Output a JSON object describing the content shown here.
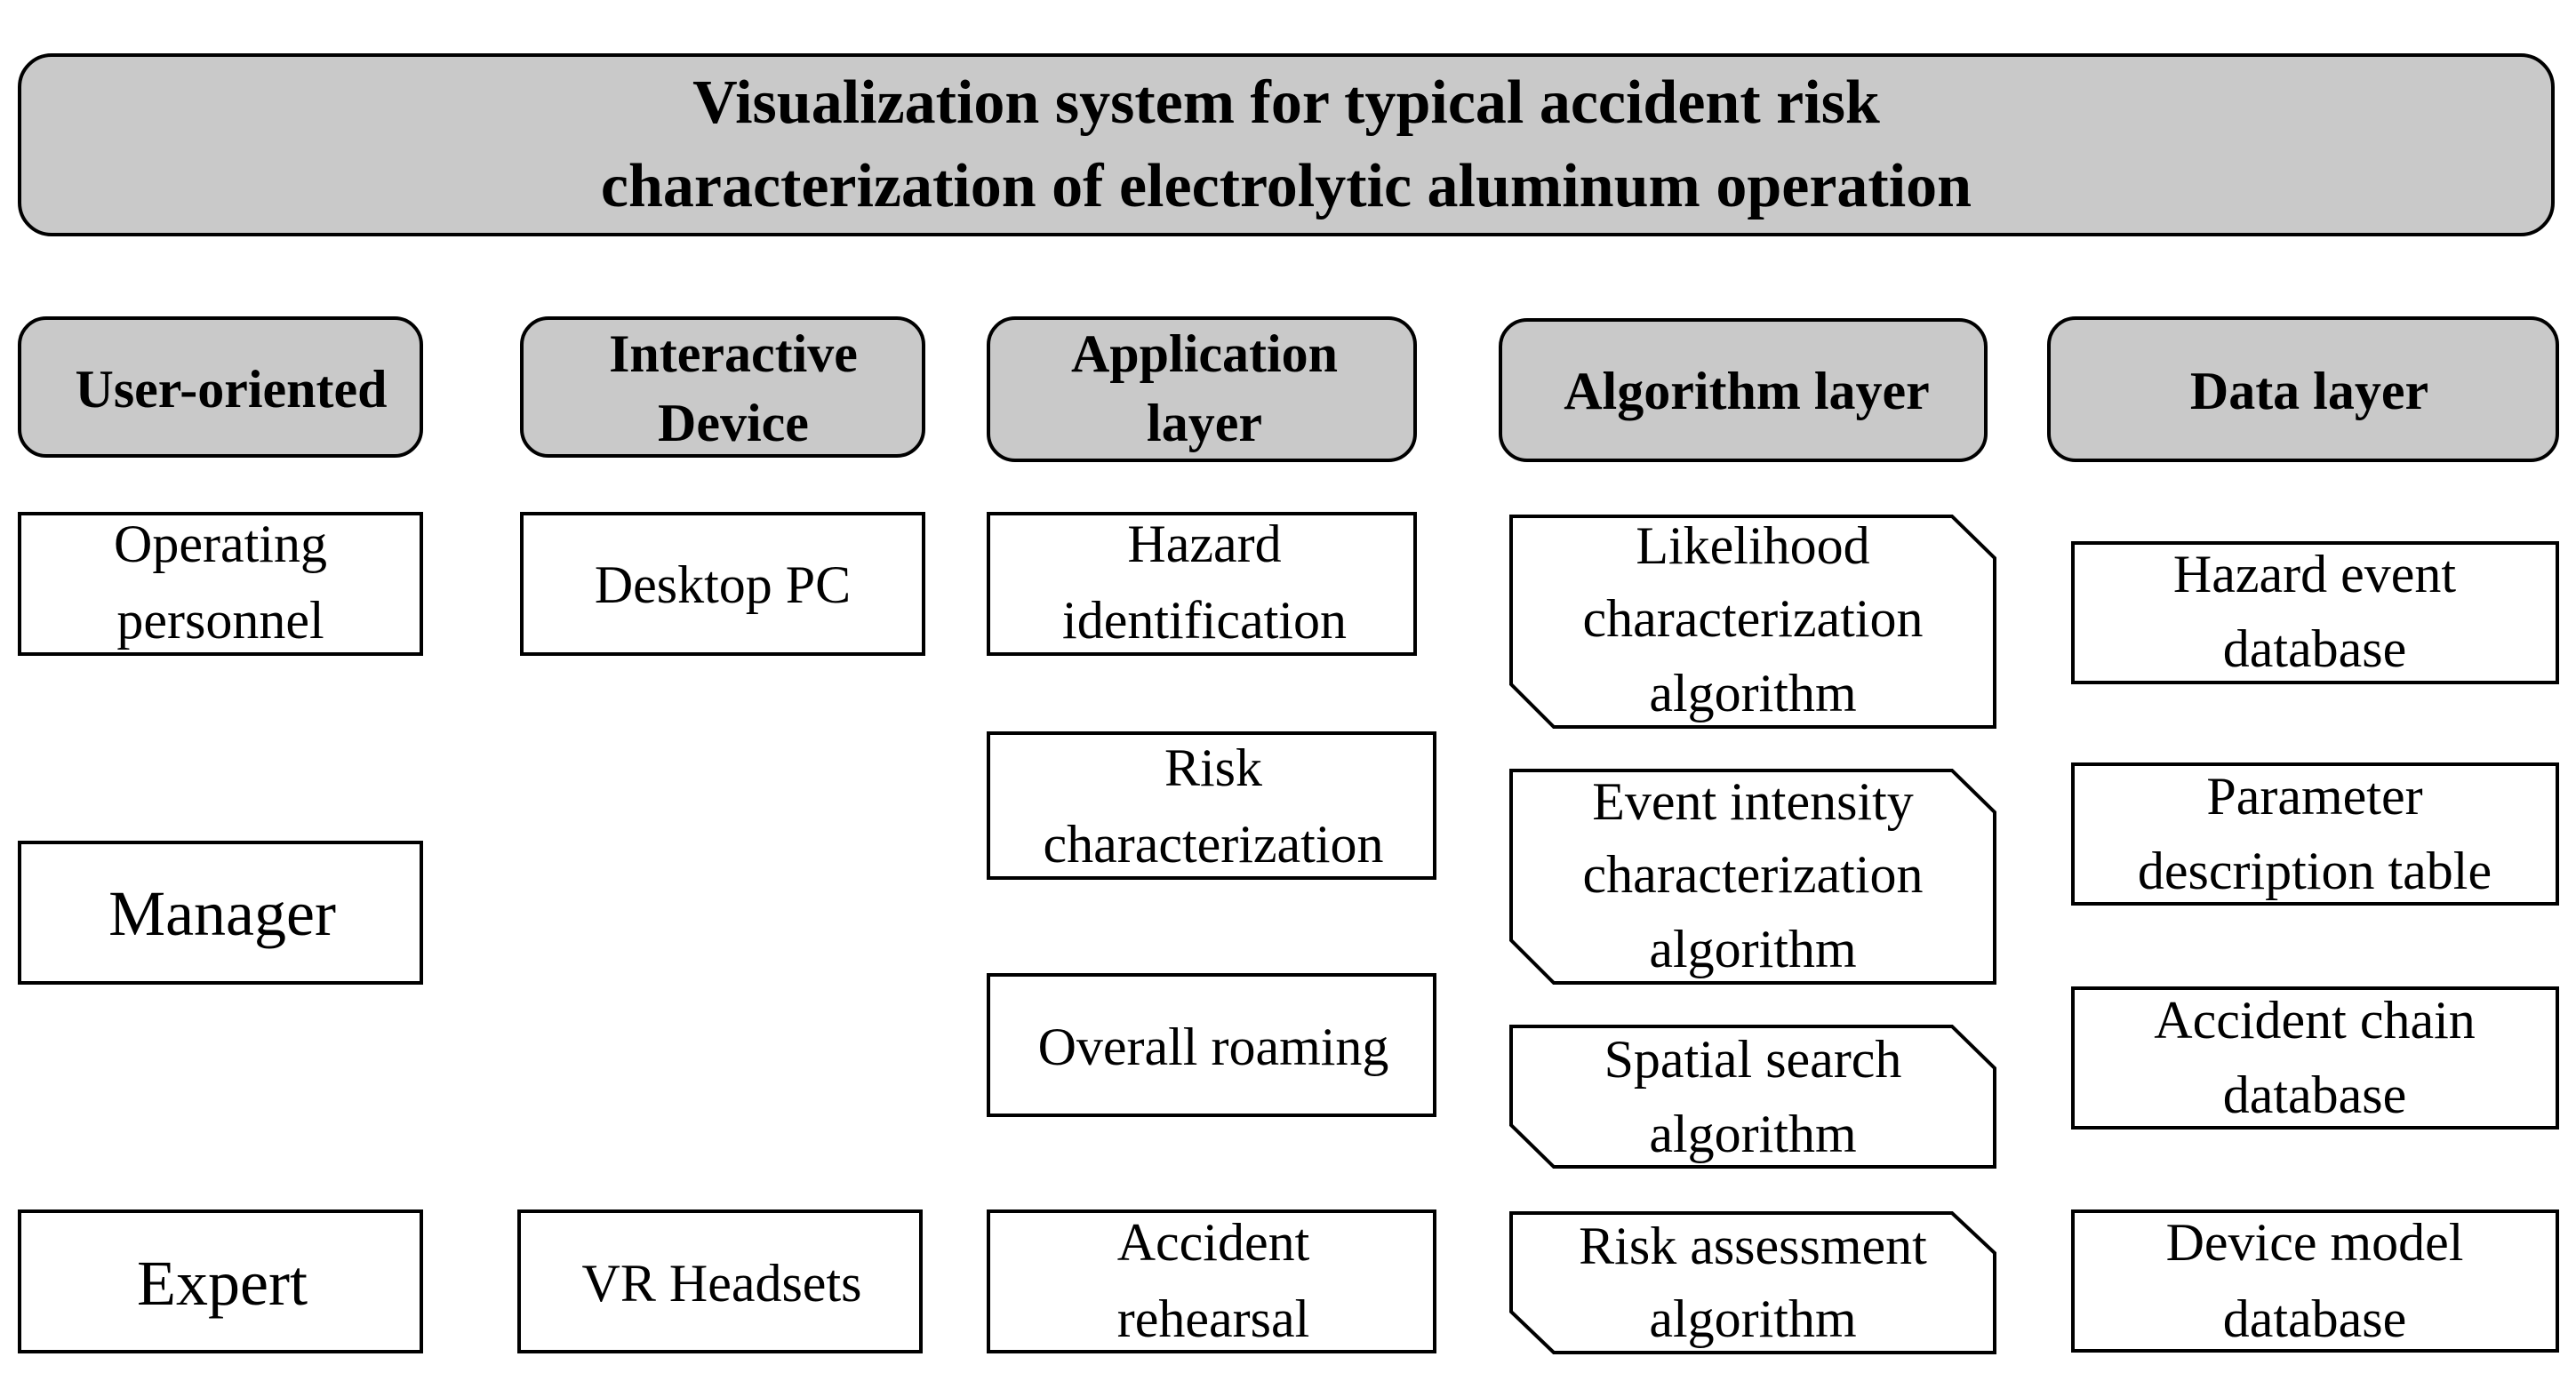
{
  "title": {
    "line1": "Visualization system for typical accident risk",
    "line2": "characterization of electrolytic aluminum operation"
  },
  "columns": {
    "user": {
      "header": "User-oriented",
      "items": [
        {
          "lines": [
            "Operating",
            "personnel"
          ]
        },
        {
          "lines": [
            "Manager"
          ]
        },
        {
          "lines": [
            "Expert"
          ]
        }
      ]
    },
    "device": {
      "header": [
        "Interactive",
        "Device"
      ],
      "items": [
        {
          "lines": [
            "Desktop PC"
          ]
        },
        {
          "lines": [
            "VR Headsets"
          ]
        }
      ]
    },
    "application": {
      "header": [
        "Application",
        "layer"
      ],
      "items": [
        {
          "lines": [
            "Hazard",
            "identification"
          ]
        },
        {
          "lines": [
            "Risk",
            "characterization"
          ]
        },
        {
          "lines": [
            "Overall roaming"
          ]
        },
        {
          "lines": [
            "Accident",
            "rehearsal"
          ]
        }
      ]
    },
    "algorithm": {
      "header": "Algorithm layer",
      "items": [
        {
          "lines": [
            "Likelihood",
            "characterization",
            "algorithm"
          ]
        },
        {
          "lines": [
            "Event intensity",
            "characterization",
            "algorithm"
          ]
        },
        {
          "lines": [
            "Spatial search",
            "algorithm"
          ]
        },
        {
          "lines": [
            "Risk assessment",
            "algorithm"
          ]
        }
      ]
    },
    "data": {
      "header": "Data layer",
      "items": [
        {
          "lines": [
            "Hazard event",
            "database"
          ]
        },
        {
          "lines": [
            "Parameter",
            "description table"
          ]
        },
        {
          "lines": [
            "Accident chain",
            "database"
          ]
        },
        {
          "lines": [
            "Device model",
            "database"
          ]
        }
      ]
    }
  },
  "colors": {
    "header_fill": "#c9c9c9",
    "box_fill": "#ffffff",
    "stroke": "#000000"
  }
}
